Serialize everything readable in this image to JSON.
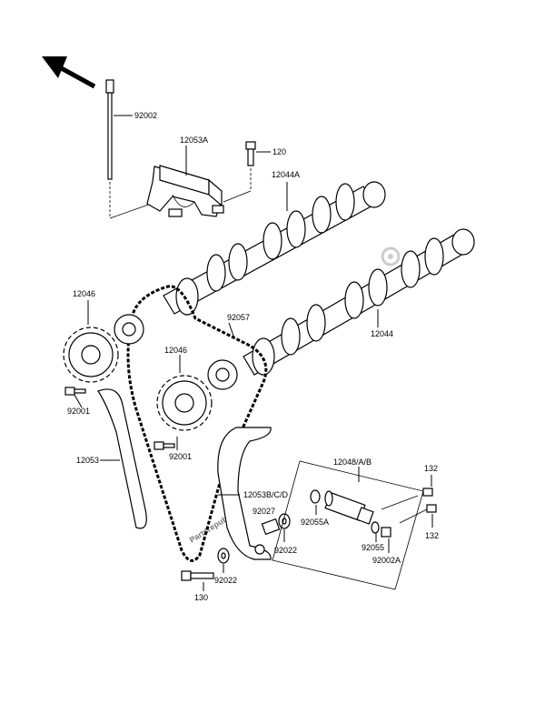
{
  "labels": {
    "bolt_top": "92002",
    "cap": "12053A",
    "cap_bolt": "120",
    "cam_intake": "12044A",
    "sprocket_upper": "12046",
    "chain": "92057",
    "cam_exhaust": "12044",
    "sprocket_lower": "12046",
    "bolt_left": "92001",
    "bolt_mid": "92001",
    "guide": "12053",
    "tensioner": "12048/A/B",
    "bolt_r1": "132",
    "bolt_r2": "132",
    "guide_bc": "12053B/C/D",
    "pin": "92027",
    "washer": "92022",
    "oring": "92055A",
    "oring2": "92055",
    "bolt_r3": "92002A",
    "washer2": "92022",
    "bolt_bottom": "130"
  },
  "watermark": "Partsrepublik",
  "icons": [
    "direction-arrow-icon",
    "gear-icon"
  ]
}
